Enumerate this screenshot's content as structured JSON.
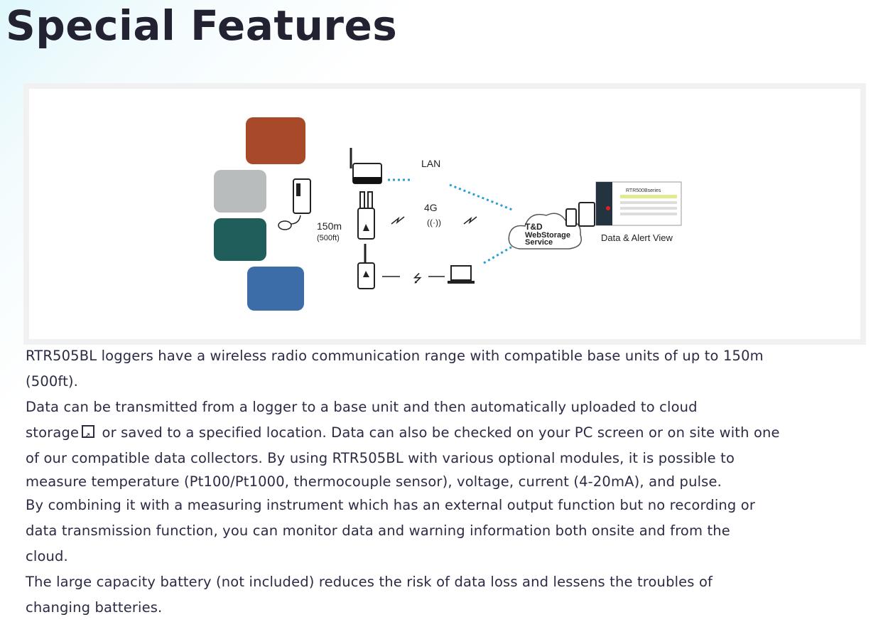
{
  "title": "Special Features",
  "diagram": {
    "lan": "LAN",
    "g4": "4G",
    "range": "150m",
    "range_ft": "(500ft)",
    "cloud": [
      "T&D",
      "WebStorage",
      "Service"
    ],
    "view_title": "Data & Alert View",
    "view_panel": "RTR500Bseries"
  },
  "paragraphs": [
    [
      "RTR505BL loggers have a wireless radio communication range with compatible base units of up to 150m",
      "(500ft)."
    ],
    {
      "before": "Data can be transmitted from a logger to a base unit and then automatically uploaded to ",
      "link1": "cloud",
      "link2": "storage",
      "after": " or saved to a specified location. Data can also be checked on your PC screen or on site with one",
      "rest": [
        "of our compatible data collectors. By using RTR505BL with various optional modules, it is possible to",
        "measure temperature (Pt100/Pt1000, thermocouple sensor), voltage, current (4-20mA), and pulse."
      ]
    },
    [
      "By combining it with a measuring instrument which has an external output function but no recording or",
      "data transmission function, you can monitor data and warning information both onsite and from the",
      "cloud."
    ],
    [
      "The large capacity battery (not included) reduces the risk of data loss and lessens the troubles of",
      "changing batteries."
    ]
  ]
}
